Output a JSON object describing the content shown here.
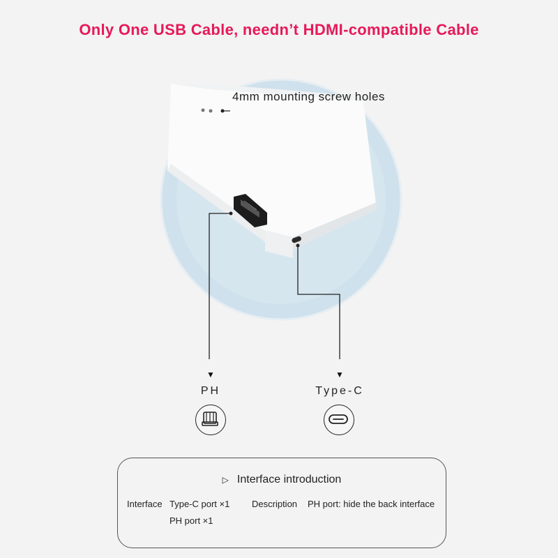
{
  "headline": {
    "text": "Only One USB Cable, needn’t HDMI-compatible Cable",
    "color": "#e6195a"
  },
  "callouts": {
    "screw_holes": "4mm mounting screw holes"
  },
  "ports": [
    {
      "label": "PH",
      "icon": "ph-connector-icon"
    },
    {
      "label": "Type-C",
      "icon": "usb-type-c-icon"
    }
  ],
  "interface_box": {
    "title": "Interface introduction",
    "title_icon": "play-triangle-icon",
    "interface_label": "Interface",
    "interface_items": [
      "Type-C port ×1",
      "PH port ×1"
    ],
    "description_label": "Description",
    "description_text": "PH port: hide the back interface"
  },
  "colors": {
    "accent": "#e6195a",
    "circle": "#c9dde9",
    "line": "#222222"
  }
}
